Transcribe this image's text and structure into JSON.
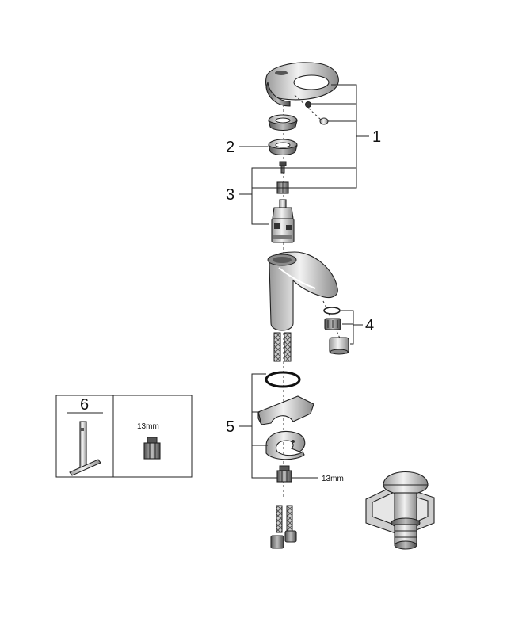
{
  "callouts": {
    "c1": "1",
    "c2": "2",
    "c3": "3",
    "c4": "4",
    "c5": "5",
    "c6": "6"
  },
  "dimensions": {
    "nut_size_tool": "13mm",
    "nut_size_hose": "13mm"
  }
}
